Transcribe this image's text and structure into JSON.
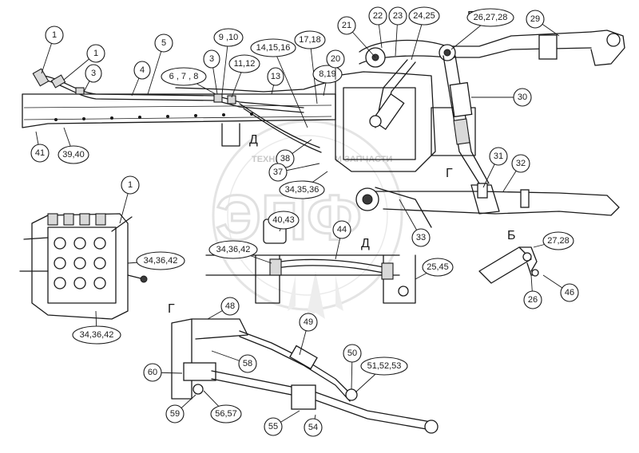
{
  "diagram": {
    "callouts": [
      {
        "id": "c1a",
        "label": "1"
      },
      {
        "id": "c1b",
        "label": "1"
      },
      {
        "id": "c3a",
        "label": "3"
      },
      {
        "id": "c4",
        "label": "4"
      },
      {
        "id": "c5",
        "label": "5"
      },
      {
        "id": "c678",
        "label": "6 , 7 , 8"
      },
      {
        "id": "c910",
        "label": "9 ,10"
      },
      {
        "id": "c3b",
        "label": "3"
      },
      {
        "id": "c1112",
        "label": "11,12"
      },
      {
        "id": "c141516",
        "label": "14,15,16"
      },
      {
        "id": "c1718",
        "label": "17,18"
      },
      {
        "id": "c13",
        "label": "13"
      },
      {
        "id": "c819",
        "label": "8,19"
      },
      {
        "id": "c20",
        "label": "20"
      },
      {
        "id": "c21",
        "label": "21"
      },
      {
        "id": "c22",
        "label": "22"
      },
      {
        "id": "c23",
        "label": "23"
      },
      {
        "id": "c2425",
        "label": "24,25"
      },
      {
        "id": "c262728",
        "label": "26,27,28"
      },
      {
        "id": "c29",
        "label": "29"
      },
      {
        "id": "c30",
        "label": "30"
      },
      {
        "id": "c31",
        "label": "31"
      },
      {
        "id": "c32",
        "label": "32"
      },
      {
        "id": "c33",
        "label": "33"
      },
      {
        "id": "c41",
        "label": "41"
      },
      {
        "id": "c3940",
        "label": "39,40"
      },
      {
        "id": "c38",
        "label": "38"
      },
      {
        "id": "c37",
        "label": "37"
      },
      {
        "id": "c343536",
        "label": "34,35,36"
      },
      {
        "id": "c1c",
        "label": "1"
      },
      {
        "id": "c4043",
        "label": "40,43"
      },
      {
        "id": "c44",
        "label": "44"
      },
      {
        "id": "c343642a",
        "label": "34,36,42"
      },
      {
        "id": "c343642b",
        "label": "34,36,42"
      },
      {
        "id": "c343642c",
        "label": "34,36,42"
      },
      {
        "id": "c2545",
        "label": "25,45"
      },
      {
        "id": "c2728",
        "label": "27,28"
      },
      {
        "id": "c26",
        "label": "26"
      },
      {
        "id": "c46",
        "label": "46"
      },
      {
        "id": "c48",
        "label": "48"
      },
      {
        "id": "c49",
        "label": "49"
      },
      {
        "id": "c58",
        "label": "58"
      },
      {
        "id": "c60",
        "label": "60"
      },
      {
        "id": "c50",
        "label": "50"
      },
      {
        "id": "c515253",
        "label": "51,52,53"
      },
      {
        "id": "c59",
        "label": "59"
      },
      {
        "id": "c5657",
        "label": "56,57"
      },
      {
        "id": "c55",
        "label": "55"
      },
      {
        "id": "c54",
        "label": "54"
      }
    ],
    "view_letters": {
      "b_top": "Б",
      "g_top": "Г",
      "d_top": "Д",
      "d_mid": "Д",
      "b_side": "Б",
      "g_side": "Г"
    },
    "watermark": {
      "line1": "ТЕХНИКА",
      "line2": "И ЗАПЧАСТИ",
      "logo": "ЭПФ"
    }
  }
}
